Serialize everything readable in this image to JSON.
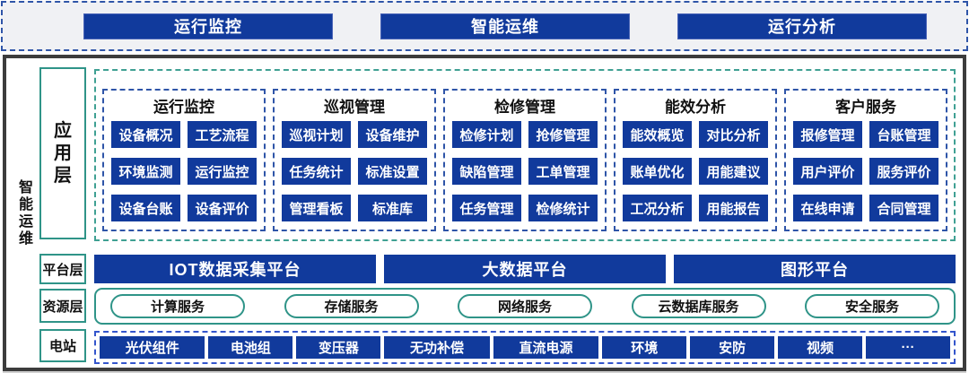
{
  "colors": {
    "blue": "#113a9c",
    "dash-blue": "#2f55a8",
    "dash-blue-bright": "#3355cc",
    "teal": "#2f9488",
    "teal-dash": "#3fa093",
    "frame": "#3c3c3c",
    "topbar-bg": "#f0f1f4"
  },
  "top_bar": {
    "buttons": [
      "运行监控",
      "智能运维",
      "运行分析"
    ]
  },
  "side_label": "智能运维",
  "layers": {
    "app": {
      "label": "应用层",
      "groups": [
        {
          "title": "运行监控",
          "items": [
            "设备概况",
            "工艺流程",
            "环境监测",
            "运行监控",
            "设备台账",
            "设备评价"
          ]
        },
        {
          "title": "巡视管理",
          "items": [
            "巡视计划",
            "设备维护",
            "任务统计",
            "标准设置",
            "管理看板",
            "标准库"
          ]
        },
        {
          "title": "检修管理",
          "items": [
            "检修计划",
            "抢修管理",
            "缺陷管理",
            "工单管理",
            "任务管理",
            "检修统计"
          ]
        },
        {
          "title": "能效分析",
          "items": [
            "能效概览",
            "对比分析",
            "账单优化",
            "用能建议",
            "工况分析",
            "用能报告"
          ]
        },
        {
          "title": "客户服务",
          "items": [
            "报修管理",
            "台账管理",
            "用户评价",
            "服务评价",
            "在线申请",
            "合同管理"
          ]
        }
      ]
    },
    "platform": {
      "label": "平台层",
      "items": [
        "IOT数据采集平台",
        "大数据平台",
        "图形平台"
      ]
    },
    "resource": {
      "label": "资源层",
      "items": [
        "计算服务",
        "存储服务",
        "网络服务",
        "云数据库服务",
        "安全服务"
      ]
    },
    "station": {
      "label": "电站",
      "items": [
        "光伏组件",
        "电池组",
        "变压器",
        "无功补偿",
        "直流电源",
        "环境",
        "安防",
        "视频",
        "···"
      ]
    }
  }
}
